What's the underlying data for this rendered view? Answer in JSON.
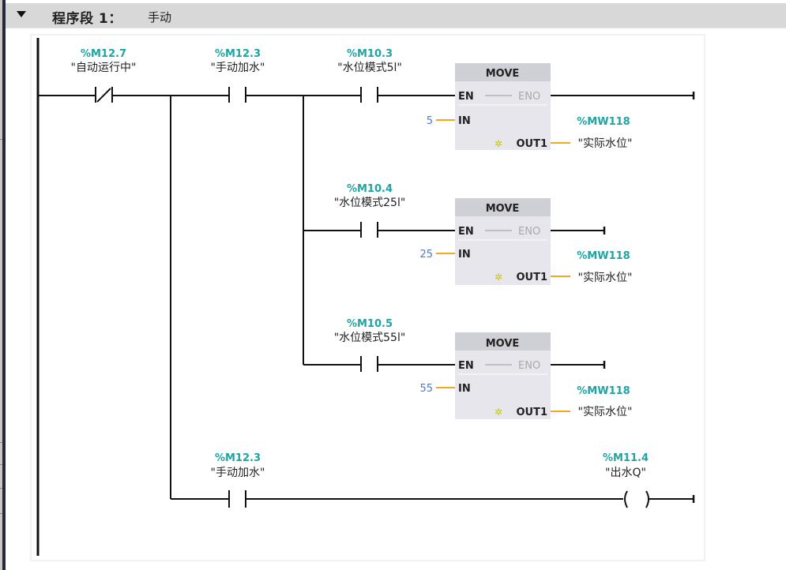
{
  "network": {
    "label": "程序段",
    "number": "1",
    "separator": "：",
    "title": "手动",
    "collapse_icon": "triangle-down-icon"
  },
  "colors": {
    "address": "#1fa3a3",
    "constant": "#4b78d8",
    "data_wire": "#f5a623",
    "power_wire": "#111111",
    "block_fill": "#e6e6ec",
    "block_header": "#cfcfd6"
  },
  "rung1": {
    "contacts": [
      {
        "type": "normally-closed",
        "address": "%M12.7",
        "symbol": "\"自动运行中\""
      },
      {
        "type": "normally-open",
        "address": "%M12.3",
        "symbol": "\"手动加水\""
      }
    ],
    "branches": [
      {
        "contact": {
          "type": "normally-open",
          "address": "%M10.3",
          "symbol": "\"水位模式5l\""
        },
        "block": {
          "title": "MOVE",
          "en": "EN",
          "eno": "ENO",
          "in": "IN",
          "out": "OUT1",
          "in_value": "5",
          "out_address": "%MW118",
          "out_symbol": "\"实际水位\""
        }
      },
      {
        "contact": {
          "type": "normally-open",
          "address": "%M10.4",
          "symbol": "\"水位模式25l\""
        },
        "block": {
          "title": "MOVE",
          "en": "EN",
          "eno": "ENO",
          "in": "IN",
          "out": "OUT1",
          "in_value": "25",
          "out_address": "%MW118",
          "out_symbol": "\"实际水位\""
        }
      },
      {
        "contact": {
          "type": "normally-open",
          "address": "%M10.5",
          "symbol": "\"水位模式55l\""
        },
        "block": {
          "title": "MOVE",
          "en": "EN",
          "eno": "ENO",
          "in": "IN",
          "out": "OUT1",
          "in_value": "55",
          "out_address": "%MW118",
          "out_symbol": "\"实际水位\""
        }
      }
    ]
  },
  "rung2": {
    "contact": {
      "type": "normally-open",
      "address": "%M12.3",
      "symbol": "\"手动加水\""
    },
    "coil": {
      "type": "coil",
      "address": "%M11.4",
      "symbol": "\"出水Q\""
    }
  }
}
